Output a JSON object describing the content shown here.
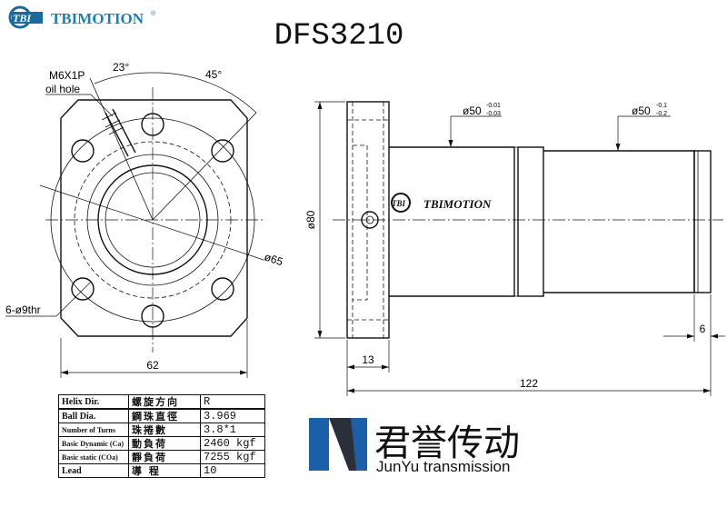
{
  "brand": {
    "badge": "TBI",
    "name": "TBIMOTION",
    "mark": "®",
    "color": "#1a7fb5",
    "badge_color": "#1a6a9e"
  },
  "title": "DFS3210",
  "front_view": {
    "oil_hole_thread": "M6X1P",
    "oil_hole_label": "oil hole",
    "angle_oil_hole": "23°",
    "angle_bolt": "45°",
    "pcd": "ø65",
    "bolt_holes": "6-ø9thr",
    "width": "62"
  },
  "side_view": {
    "flange_dia": "ø80",
    "body_dia_1": "ø50",
    "body_tol_1_upper": "-0.01",
    "body_tol_1_lower": "-0.03",
    "body_dia_2": "ø50",
    "body_tol_2_upper": "-0.1",
    "body_tol_2_lower": "-0.2",
    "flange_thickness": "13",
    "length": "122",
    "end_length": "6",
    "engraving": "TBIMOTION"
  },
  "specs": [
    {
      "en": "Helix Dir.",
      "zh": "螺旋方向",
      "value": "R"
    },
    {
      "en": "Ball Dia.",
      "zh": "鋼珠直徑",
      "value": "3.969"
    },
    {
      "en": "Number of Turns",
      "zh": "珠捲數",
      "value": "3.8*1"
    },
    {
      "en": "Basic Dynamic (Ca)",
      "zh": "動負荷",
      "value": "2460 kgf"
    },
    {
      "en": "Basic static (COa)",
      "zh": "靜負荷",
      "value": "7255 kgf"
    },
    {
      "en": "Lead",
      "zh": "導  程",
      "value": "10"
    }
  ],
  "watermark": {
    "cn": "君誉传动",
    "en": "JunYu transmission",
    "color": "#1a5fa8"
  }
}
